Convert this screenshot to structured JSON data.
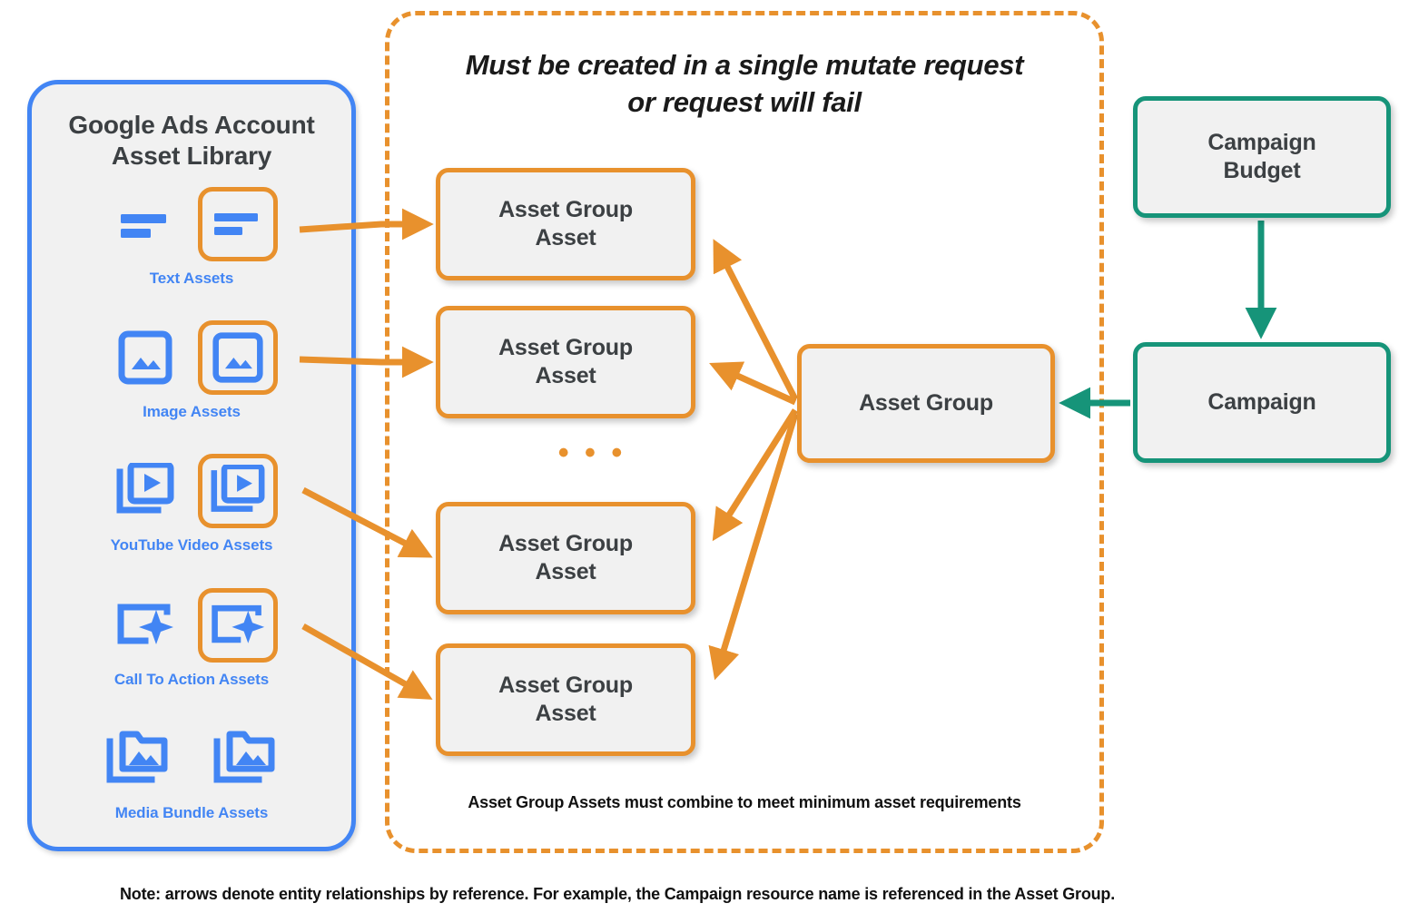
{
  "library": {
    "title": "Google Ads Account\nAsset Library",
    "title_line1": "Google Ads Account",
    "title_line2": "Asset Library",
    "items": [
      {
        "label": "Text Assets",
        "icon": "text-asset-icon",
        "highlighted": true
      },
      {
        "label": "Image Assets",
        "icon": "image-asset-icon",
        "highlighted": true
      },
      {
        "label": "YouTube Video  Assets",
        "icon": "youtube-video-asset-icon",
        "highlighted": true
      },
      {
        "label": "Call To Action Assets",
        "icon": "call-to-action-asset-icon",
        "highlighted": true
      },
      {
        "label": "Media Bundle  Assets",
        "icon": "media-bundle-asset-icon",
        "highlighted": false
      }
    ]
  },
  "mutate_box": {
    "title_line1": "Must be created in a single mutate request",
    "title_line2": "or request will fail",
    "footnote": "Asset Group Assets must combine to meet minimum asset requirements"
  },
  "nodes": {
    "asset_group_assets": [
      {
        "line1": "Asset Group",
        "line2": "Asset"
      },
      {
        "line1": "Asset Group",
        "line2": "Asset"
      },
      {
        "line1": "Asset Group",
        "line2": "Asset"
      },
      {
        "line1": "Asset Group",
        "line2": "Asset"
      }
    ],
    "ellipsis": "• • •",
    "asset_group": "Asset Group",
    "campaign_budget_line1": "Campaign",
    "campaign_budget_line2": "Budget",
    "campaign": "Campaign"
  },
  "note": "Note: arrows denote entity relationships by reference. For example, the Campaign resource name is referenced in the Asset Group.",
  "colors": {
    "blue": "#4285f4",
    "orange": "#e8912d",
    "teal": "#169479",
    "box_fill": "#f1f1f1",
    "text_dark": "#3c4043"
  }
}
